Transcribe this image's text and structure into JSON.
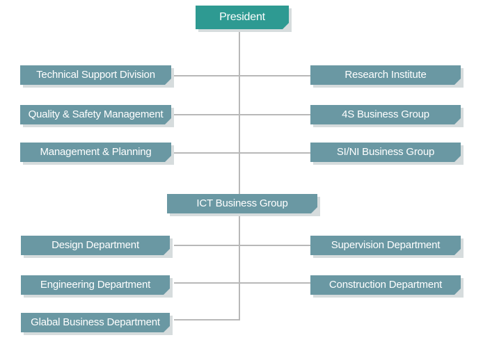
{
  "president": "President",
  "divisions_left": [
    "Technical Support Division",
    "Quality & Safety Management",
    "Management & Planning"
  ],
  "divisions_right": [
    "Research Institute",
    "4S Business Group",
    "SI/NI Business Group"
  ],
  "ict_group": {
    "title": "ICT Business Group",
    "left": [
      "Design Department",
      "Engineering Department",
      "Glabal Business Department"
    ],
    "right": [
      "Supervision Department",
      "Construction Department"
    ]
  },
  "colors": {
    "president": "#2e9a92",
    "node": "#6a98a3",
    "line": "#b8b8b8",
    "shadow": "#d6dcdd"
  }
}
